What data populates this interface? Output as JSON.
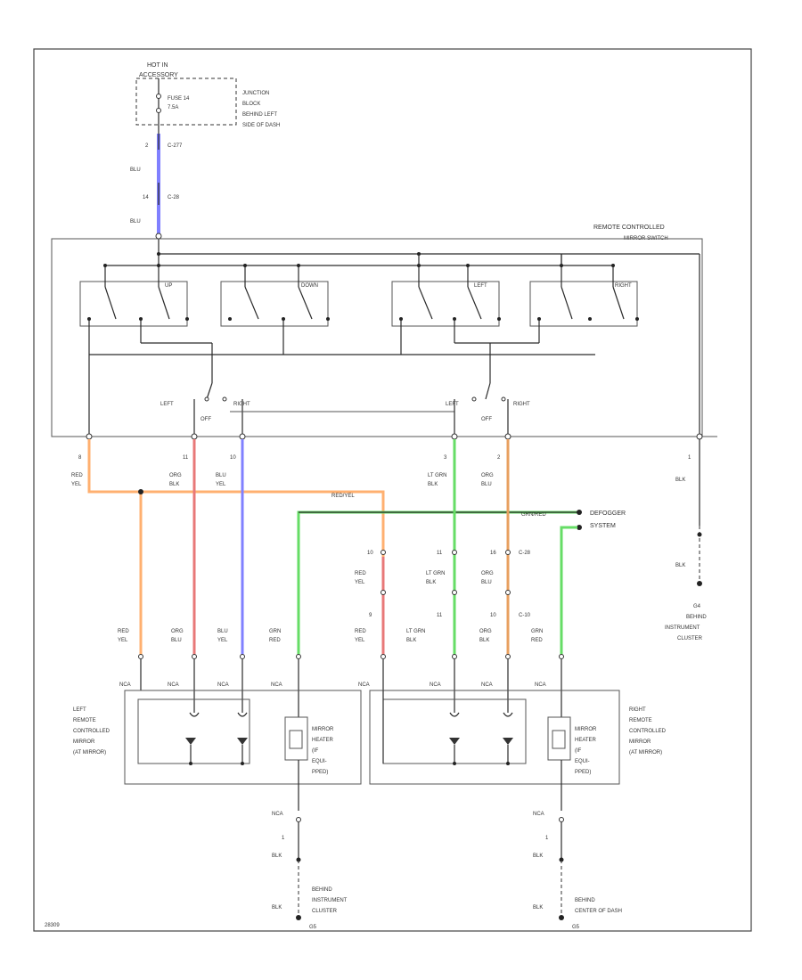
{
  "power": {
    "hot_in": "HOT IN",
    "accessory": "ACCESSORY",
    "fuse": "FUSE 14",
    "fuse_amp": "7.5A",
    "junction": "JUNCTION",
    "junction_2": "BLOCK",
    "junction_3": "BEHIND LEFT",
    "junction_4": "SIDE OF DASH",
    "pin_top": "2",
    "conn_top": "C-277",
    "wire_top": "BLU",
    "pin_mid": "14",
    "conn_mid": "C-28",
    "wire_mid": "BLU"
  },
  "switch": {
    "title_1": "REMOTE CONTROLLED",
    "title_2": "MIRROR SWITCH",
    "sw_up": "UP",
    "sw_down": "DOWN",
    "sw_left": "LEFT",
    "sw_right": "RIGHT",
    "sel_left_1": "LEFT",
    "sel_off_1": "OFF",
    "sel_right_1": "RIGHT",
    "sel_left_2": "LEFT",
    "sel_off_2": "OFF",
    "sel_right_2": "RIGHT"
  },
  "wires_top": {
    "p1": "8",
    "w1a": "RED",
    "w1b": "YEL",
    "p2": "11",
    "w2a": "ORG",
    "w2b": "BLK",
    "p3": "10",
    "w3a": "BLU",
    "w3b": "YEL",
    "p4": "3",
    "w4a": "LT GRN",
    "w4b": "BLK",
    "p5": "2",
    "w5a": "ORG",
    "w5b": "BLU",
    "p6": "1",
    "w6": "BLK",
    "redyel": "RED/YEL",
    "grnred": "GRN/RED",
    "defogger_1": "DEFOGGER",
    "defogger_2": "SYSTEM",
    "gnd_wire": "BLK",
    "gnd_loc_1": "G4",
    "gnd_loc_2": "BEHIND",
    "gnd_loc_3": "INSTRUMENT",
    "gnd_loc_4": "CLUSTER"
  },
  "connector_mid": {
    "c1": "10",
    "c2": "11",
    "c3": "16",
    "conn": "C-28",
    "w1a": "RED",
    "w1b": "YEL",
    "w2a": "LT GRN",
    "w2b": "BLK",
    "w3a": "ORG",
    "w3b": "BLU",
    "p1": "9",
    "p2": "11",
    "p3": "10",
    "conn2": "C-10"
  },
  "mirror_wires": {
    "l1a": "RED",
    "l1b": "YEL",
    "l2a": "ORG",
    "l2b": "BLU",
    "l3a": "BLU",
    "l3b": "YEL",
    "l4a": "GRN",
    "l4b": "RED",
    "r1a": "RED",
    "r1b": "YEL",
    "r2a": "LT GRN",
    "r2b": "BLK",
    "r3a": "ORG",
    "r3b": "BLK",
    "r4a": "GRN",
    "r4b": "RED",
    "nca": "NCA"
  },
  "left_mirror": {
    "t1": "LEFT",
    "t2": "REMOTE",
    "t3": "CONTROLLED",
    "t4": "MIRROR",
    "t5": "(AT MIRROR)",
    "h1": "MIRROR",
    "h2": "HEATER",
    "h3": "(IF",
    "h4": "EQUI-",
    "h5": "PPED)",
    "gnd_nca": "NCA",
    "gnd_pin": "1",
    "gnd_wire": "BLK",
    "gnd_wire2": "BLK",
    "gnd_loc_1": "BEHIND",
    "gnd_loc_2": "INSTRUMENT",
    "gnd_loc_3": "CLUSTER",
    "gnd_g": "G5"
  },
  "right_mirror": {
    "t1": "RIGHT",
    "t2": "REMOTE",
    "t3": "CONTROLLED",
    "t4": "MIRROR",
    "t5": "(AT MIRROR)",
    "h1": "MIRROR",
    "h2": "HEATER",
    "h3": "(IF",
    "h4": "EQUI-",
    "h5": "PPED)",
    "gnd_nca": "NCA",
    "gnd_pin": "1",
    "gnd_wire": "BLK",
    "gnd_wire2": "BLK",
    "gnd_loc_1": "BEHIND",
    "gnd_loc_2": "CENTER OF DASH",
    "gnd_g": "G5"
  },
  "footer": {
    "code": "28309"
  },
  "colors": {
    "blu": "#8080ff",
    "redyel": "#ffb070",
    "orgblu": "#e87878",
    "bluyel": "#8080ff",
    "grn": "#66dd66",
    "org": "#e8a060"
  }
}
